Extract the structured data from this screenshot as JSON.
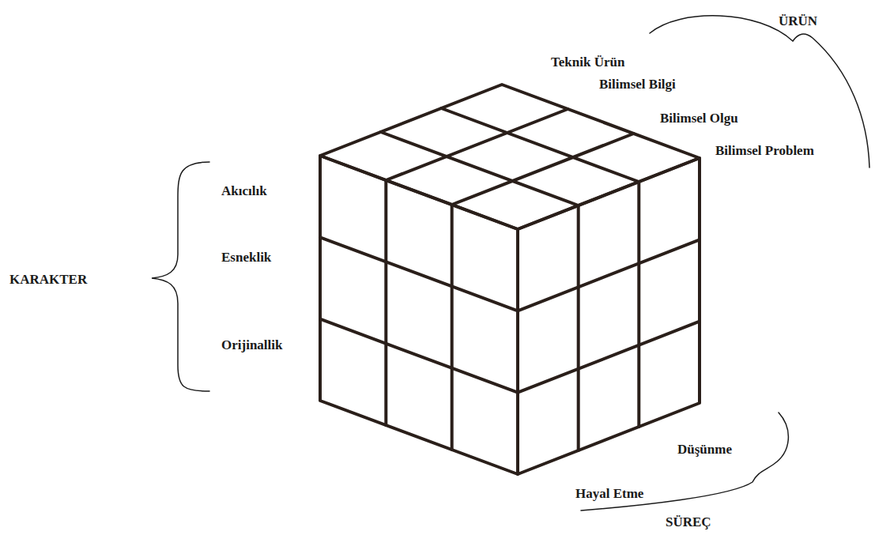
{
  "diagram": {
    "labels": [
      "ÜRÜN",
      "Teknik Ürün",
      "Bilimsel Bilgi",
      "Bilimsel Olgu",
      "Bilimsel Problem",
      "Akıcılık",
      "KARAKTER",
      "Esneklik",
      "Orijinallik",
      "Düşünme",
      "Hayal Etme",
      "SÜREÇ"
    ]
  }
}
